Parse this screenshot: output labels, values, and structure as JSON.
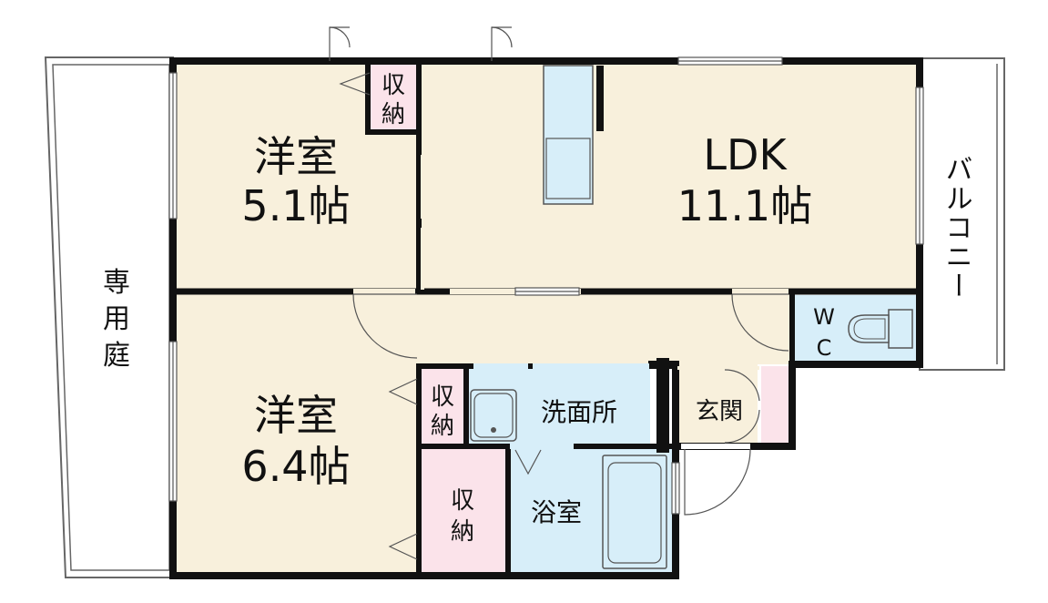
{
  "rooms": {
    "western1": {
      "name": "洋室",
      "size": "5.1帖"
    },
    "western2": {
      "name": "洋室",
      "size": "6.4帖"
    },
    "ldk": {
      "name": "LDK",
      "size": "11.1帖"
    },
    "wc": {
      "line1": "W",
      "line2": "C"
    },
    "washroom": {
      "name": "洗面所"
    },
    "bath": {
      "name": "浴室"
    },
    "entrance": {
      "name": "玄関"
    },
    "storage_top": {
      "line1": "収",
      "line2": "納"
    },
    "storage_mid": {
      "line1": "収",
      "line2": "納"
    },
    "storage_big": {
      "line1": "収",
      "line2": "納"
    }
  },
  "outdoor": {
    "balcony": "バルコニー",
    "garden": [
      "専",
      "用",
      "庭"
    ]
  },
  "colors": {
    "room_fill": "#f8f0dc",
    "wet_fill": "#d7eef9",
    "storage_fill": "#fbe3ea",
    "wall": "#111111"
  }
}
